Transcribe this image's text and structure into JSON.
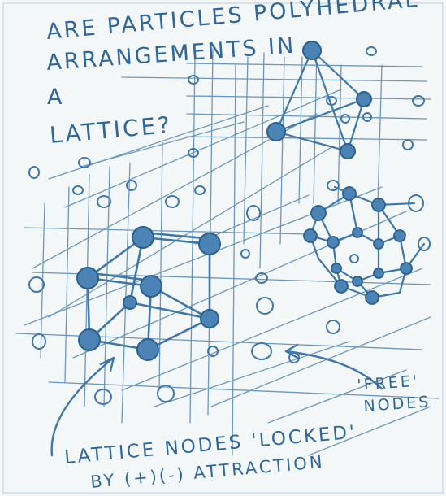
{
  "colors": {
    "paper": "#f4f7f8",
    "ink": "#3f78a8",
    "ink_dark": "#2a5f8f",
    "ink_fill": "#4b84b4"
  },
  "sketch": {
    "title_lines": [
      "ARE PARTICLES POLYHEDRAL",
      "ARRANGEMENTS IN",
      "A",
      "LATTICE?"
    ],
    "label_free_line1": "'FREE'",
    "label_free_line2": "NODES",
    "label_locked_line1": "LATTICE NODES 'LOCKED'",
    "label_locked_line2": "BY (+)(-) ATTRACTION"
  }
}
